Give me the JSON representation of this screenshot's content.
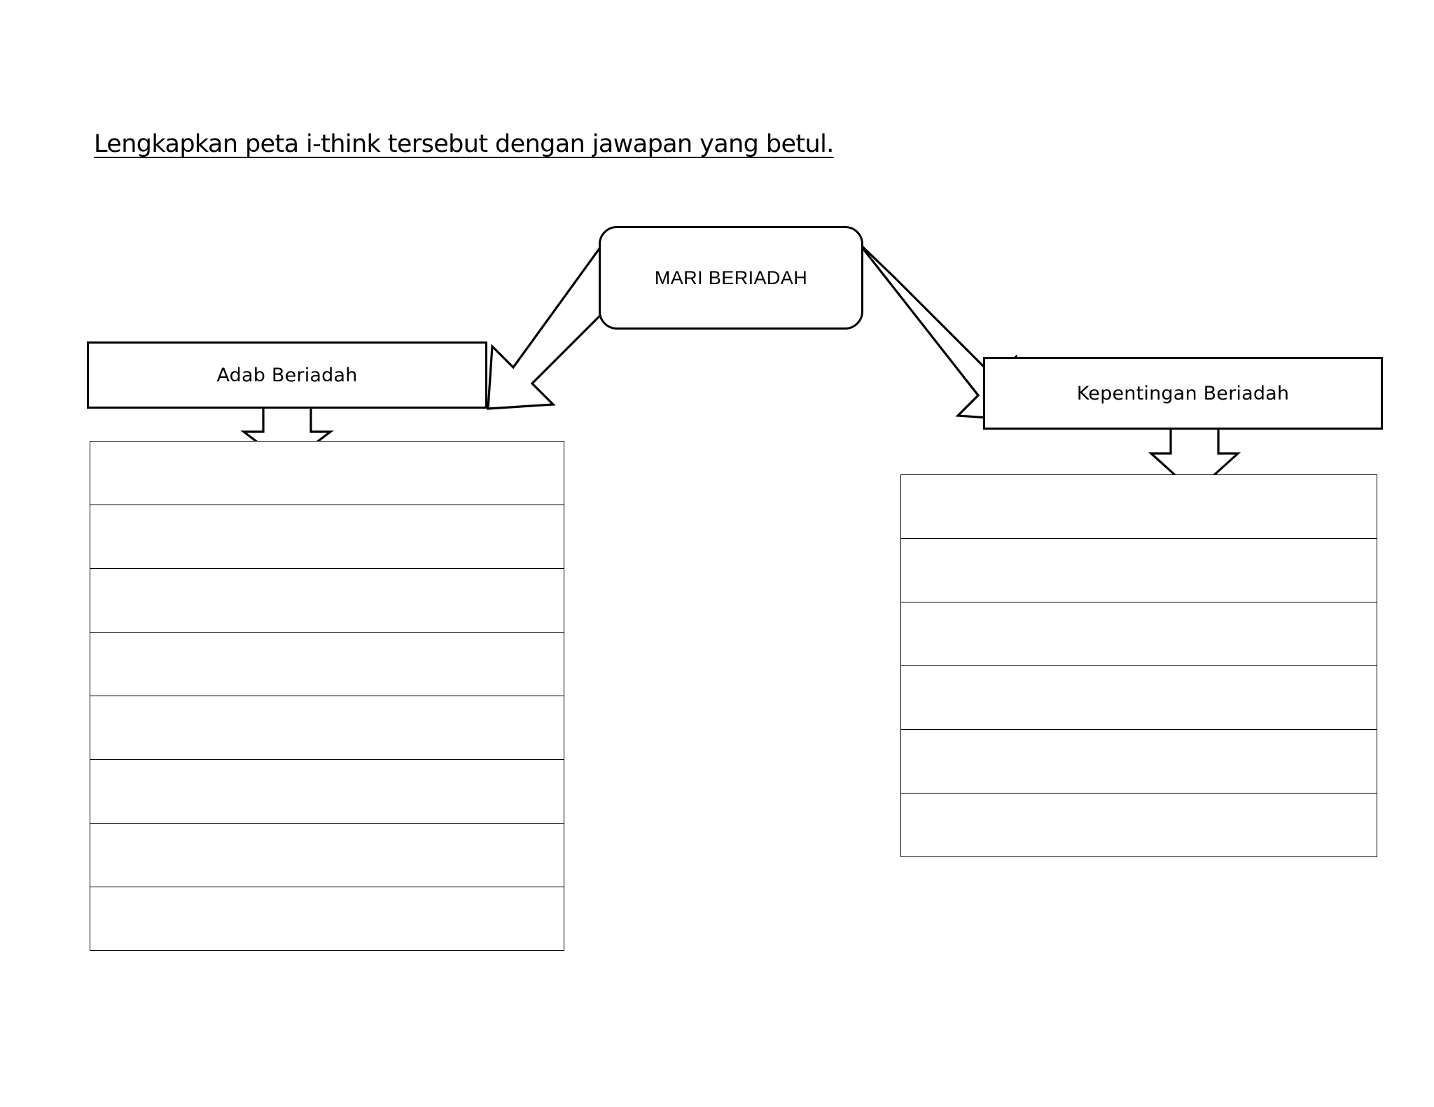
{
  "page": {
    "background_color": "#ffffff",
    "line_color": "#000000"
  },
  "instruction": {
    "text": "Lengkapkan peta i-think tersebut dengan jawapan yang betul."
  },
  "map": {
    "type": "i-think-tree-map",
    "central_node": {
      "label": "MARI BERIADAH",
      "shape": "rounded-rectangle"
    },
    "branches": [
      {
        "id": "left",
        "label": "Adab Beriadah",
        "shape": "rectangle",
        "answer_rows": 8,
        "answers": [
          "",
          "",
          "",
          "",
          "",
          "",
          "",
          ""
        ]
      },
      {
        "id": "right",
        "label": "Kepentingan Beriadah",
        "shape": "rectangle",
        "answer_rows": 6,
        "answers": [
          "",
          "",
          "",
          "",
          "",
          ""
        ]
      }
    ],
    "connectors": [
      {
        "name": "central-to-left-arrow",
        "direction": "down-left",
        "style": "hollow-block-arrow"
      },
      {
        "name": "central-to-right-arrow",
        "direction": "down-right",
        "style": "hollow-block-arrow"
      },
      {
        "name": "left-node-to-left-table-arrow",
        "direction": "down",
        "style": "hollow-block-arrow"
      },
      {
        "name": "right-node-to-right-table-arrow",
        "direction": "down",
        "style": "hollow-block-arrow"
      }
    ]
  }
}
